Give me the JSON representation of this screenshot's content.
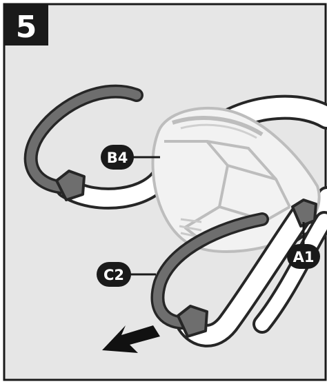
{
  "step": {
    "number": "5"
  },
  "labels": {
    "b4": "B4",
    "a1": "A1",
    "c2": "C2"
  },
  "colors": {
    "panel_bg": "#e6e6e6",
    "frame": "#1a1a1a",
    "badge_bg": "#1a1a1a",
    "strap_dark": "#6e6e6e",
    "strap_white": "#ffffff",
    "strap_outline": "#262626",
    "mask_fill": "#f2f2f2",
    "mask_outline": "#bdbdbd",
    "arrow": "#111111"
  },
  "icons": {
    "direction_arrow": "arrow-pull-down-left-icon"
  }
}
